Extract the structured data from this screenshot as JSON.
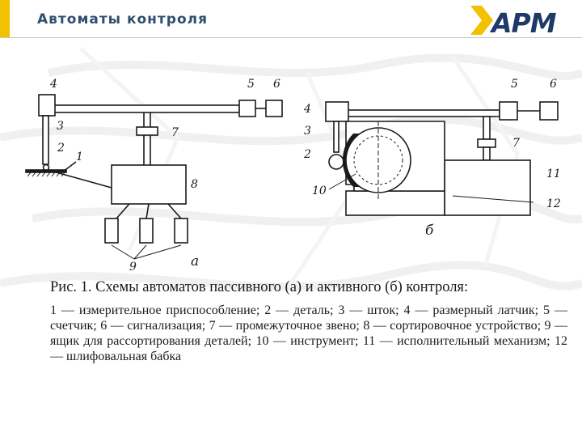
{
  "header": {
    "title": "Автоматы контроля",
    "logo_text": "АРМ",
    "accent_color": "#f2c200",
    "logo_color": "#1f3a68"
  },
  "diagram": {
    "part_a": {
      "letter": "а",
      "labels": {
        "n1": "1",
        "n2": "2",
        "n3": "3",
        "n4": "4",
        "n5": "5",
        "n6": "6",
        "n7": "7",
        "n8": "8",
        "n9": "9"
      }
    },
    "part_b": {
      "letter": "б",
      "labels": {
        "n2": "2",
        "n3": "3",
        "n4": "4",
        "n5": "5",
        "n6": "6",
        "n7": "7",
        "n10": "10",
        "n11": "11",
        "n12": "12"
      }
    }
  },
  "caption": {
    "title": "Рис. 1. Схемы автоматов пассивного (а) и активного (б) контроля:",
    "legend": "1 — измерительное приспособление; 2 — деталь; 3 — шток; 4 — размерный латчик; 5 — счетчик; 6 — сигнализация; 7 — промежуточное звено; 8 — сортировочное устройство; 9 — ящик для рассортирования деталей; 10 — инструмент; 11 — исполнительный механизм; 12 — шлифовальная бабка"
  }
}
